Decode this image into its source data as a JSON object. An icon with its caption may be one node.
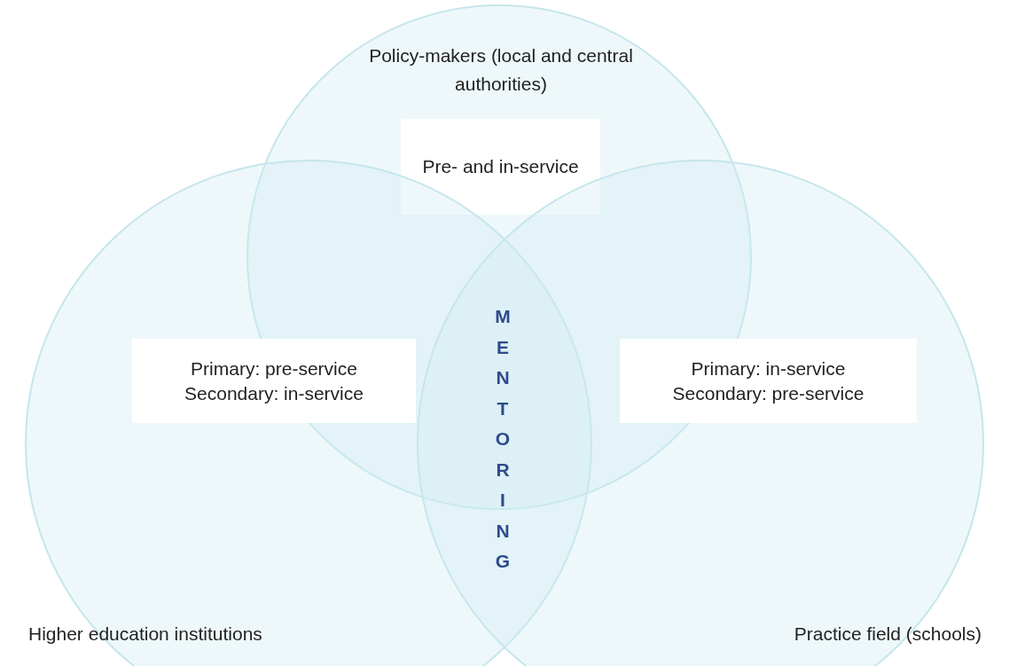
{
  "diagram": {
    "nodes": [
      {
        "text": [
          "Policy-makers (local and central authorities)"
        ]
      },
      {
        "text": [
          "Pre- and in-service"
        ],
        "in": 0
      },
      {
        "text": [
          "Higher education institutions"
        ]
      },
      {
        "text": [
          "Primary: pre-service",
          "Secondary: in-service"
        ],
        "in": 2
      },
      {
        "text": [
          "Practice field (schools)"
        ]
      },
      {
        "text": [
          "Primary: in-service",
          "Secondary: pre-service"
        ],
        "in": 4
      }
    ],
    "edges": [],
    "labels": [
      "MENTORING"
    ]
  }
}
